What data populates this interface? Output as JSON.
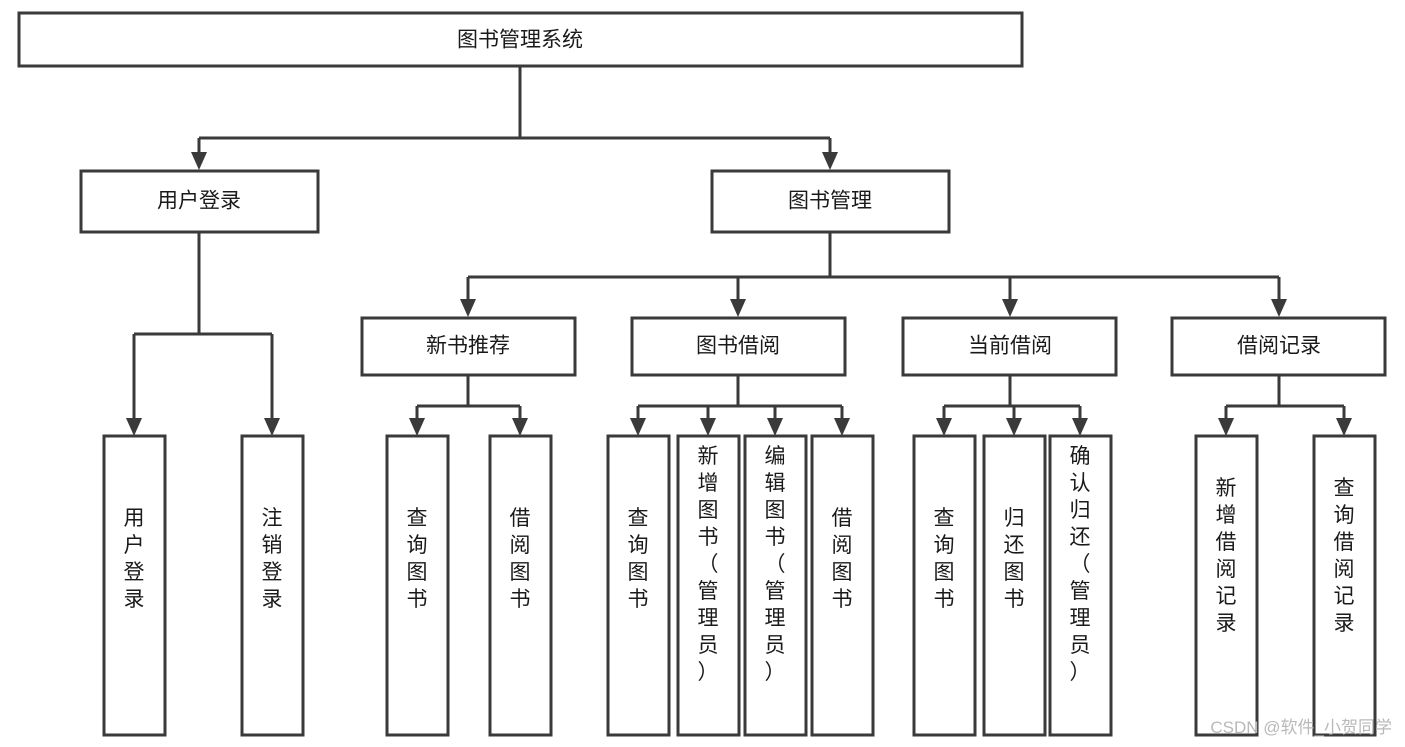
{
  "diagram": {
    "type": "tree-hierarchy",
    "title": "图书管理系统",
    "orientation": "top-down",
    "levels": 4,
    "root": {
      "id": "root",
      "label": "图书管理系统",
      "text_orientation": "horizontal"
    },
    "level2": [
      {
        "id": "user-login",
        "label": "用户登录",
        "text_orientation": "horizontal"
      },
      {
        "id": "book-manage",
        "label": "图书管理",
        "text_orientation": "horizontal"
      }
    ],
    "level3": [
      {
        "id": "new-book-rec",
        "label": "新书推荐",
        "parent": "book-manage",
        "text_orientation": "horizontal"
      },
      {
        "id": "book-borrow",
        "label": "图书借阅",
        "parent": "book-manage",
        "text_orientation": "horizontal"
      },
      {
        "id": "current-borrow",
        "label": "当前借阅",
        "parent": "book-manage",
        "text_orientation": "horizontal"
      },
      {
        "id": "borrow-record",
        "label": "借阅记录",
        "parent": "book-manage",
        "text_orientation": "horizontal"
      }
    ],
    "leaves": [
      {
        "id": "leaf-user-login",
        "label": "用户登录",
        "parent": "user-login",
        "text_orientation": "vertical"
      },
      {
        "id": "leaf-user-logout",
        "label": "注销登录",
        "parent": "user-login",
        "text_orientation": "vertical"
      },
      {
        "id": "leaf-query-book-1",
        "label": "查询图书",
        "parent": "new-book-rec",
        "text_orientation": "vertical"
      },
      {
        "id": "leaf-borrow-book-1",
        "label": "借阅图书",
        "parent": "new-book-rec",
        "text_orientation": "vertical"
      },
      {
        "id": "leaf-query-book-2",
        "label": "查询图书",
        "parent": "book-borrow",
        "text_orientation": "vertical"
      },
      {
        "id": "leaf-add-book",
        "label": "新增图书（管理员）",
        "parent": "book-borrow",
        "text_orientation": "vertical"
      },
      {
        "id": "leaf-edit-book",
        "label": "编辑图书（管理员）",
        "parent": "book-borrow",
        "text_orientation": "vertical"
      },
      {
        "id": "leaf-borrow-book-2",
        "label": "借阅图书",
        "parent": "book-borrow",
        "text_orientation": "vertical"
      },
      {
        "id": "leaf-query-book-3",
        "label": "查询图书",
        "parent": "current-borrow",
        "text_orientation": "vertical"
      },
      {
        "id": "leaf-return-book",
        "label": "归还图书",
        "parent": "current-borrow",
        "text_orientation": "vertical"
      },
      {
        "id": "leaf-confirm-return",
        "label": "确认归还（管理员）",
        "parent": "current-borrow",
        "text_orientation": "vertical"
      },
      {
        "id": "leaf-add-record",
        "label": "新增借阅记录",
        "parent": "borrow-record",
        "text_orientation": "vertical"
      },
      {
        "id": "leaf-query-record",
        "label": "查询借阅记录",
        "parent": "borrow-record",
        "text_orientation": "vertical"
      }
    ],
    "colors": {
      "box_fill": "#ffffff",
      "box_stroke": "#3a3a3a",
      "connector": "#3a3a3a",
      "text": "#1a1a1a",
      "background": "#ffffff",
      "watermark": "#b9b9b9"
    }
  },
  "watermark": {
    "text": "CSDN @软件_小贺同学"
  }
}
